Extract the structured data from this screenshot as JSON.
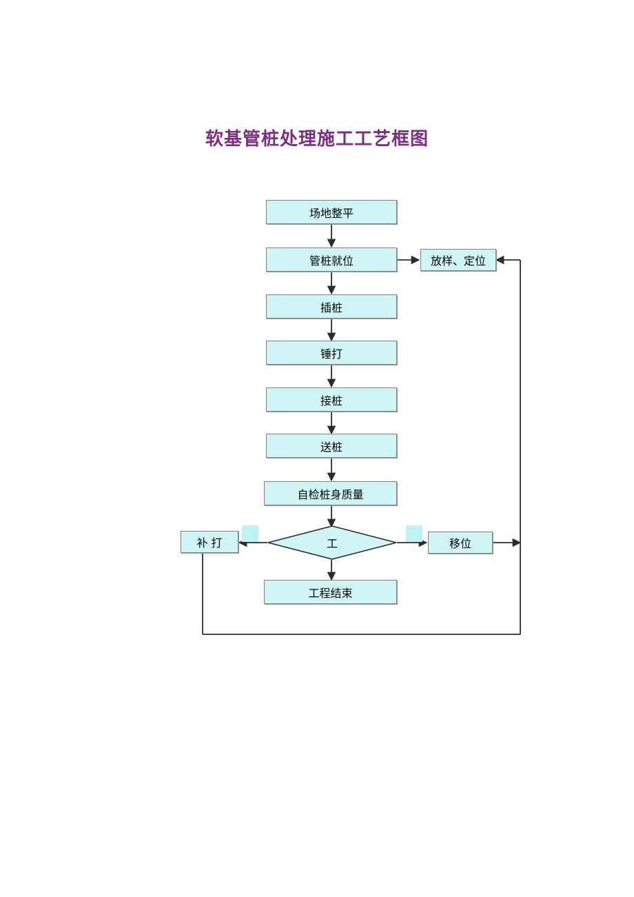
{
  "document": {
    "title": "软基管桩处理施工工艺框图",
    "title_color": "#7B2E82",
    "background_color": "#ffffff"
  },
  "flowchart": {
    "node_fill_color": "#CFF5F6",
    "node_border_color": "#808080",
    "connector_color": "#2b2b2b",
    "nodes": [
      {
        "id": "site-leveling",
        "label": "场地整平",
        "shape": "rect"
      },
      {
        "id": "pile-positioning",
        "label": "管桩就位",
        "shape": "rect"
      },
      {
        "id": "setting-out",
        "label": "放样、定位",
        "shape": "rect"
      },
      {
        "id": "pile-insertion",
        "label": "插桩",
        "shape": "rect"
      },
      {
        "id": "hammering",
        "label": "锤打",
        "shape": "rect"
      },
      {
        "id": "pile-splicing",
        "label": "接桩",
        "shape": "rect"
      },
      {
        "id": "pile-driving",
        "label": "送桩",
        "shape": "rect"
      },
      {
        "id": "self-inspection",
        "label": "自检桩身质量",
        "shape": "rect"
      },
      {
        "id": "decision",
        "label": "工",
        "shape": "diamond"
      },
      {
        "id": "re-driving",
        "label": "补 打",
        "shape": "rect"
      },
      {
        "id": "shift-position",
        "label": "移位",
        "shape": "rect"
      },
      {
        "id": "project-end",
        "label": "工程结束",
        "shape": "rect"
      }
    ],
    "edge_labels": [
      {
        "id": "label-left",
        "label": ""
      },
      {
        "id": "label-right",
        "label": ""
      }
    ]
  }
}
